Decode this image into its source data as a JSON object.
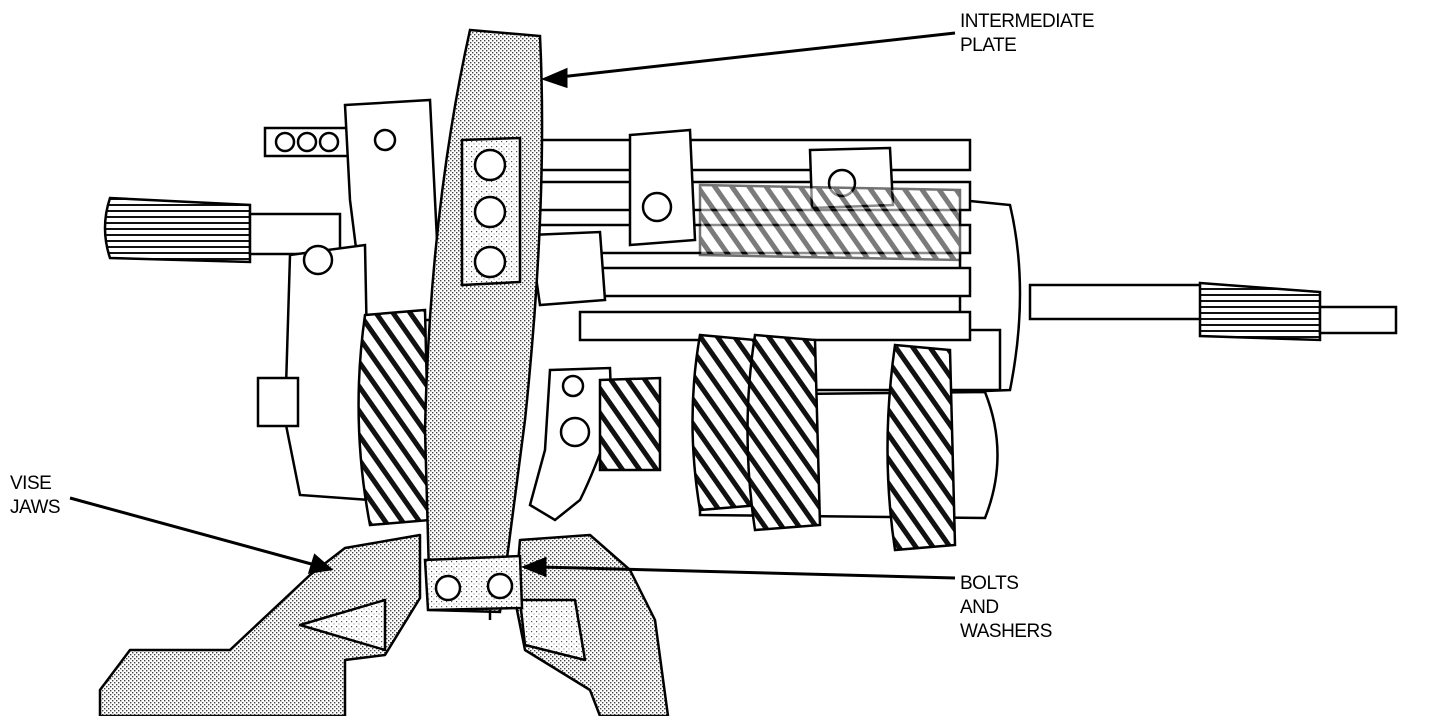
{
  "callouts": {
    "intermediate_plate": [
      "INTERMEDIATE",
      "PLATE"
    ],
    "vise_jaws": [
      "VISE",
      "JAWS"
    ],
    "bolts_and_washers": [
      "BOLTS",
      "AND",
      "WASHERS"
    ]
  },
  "colors": {
    "ink": "#000000",
    "paper": "#ffffff",
    "stipple": "#7a7a7a"
  }
}
